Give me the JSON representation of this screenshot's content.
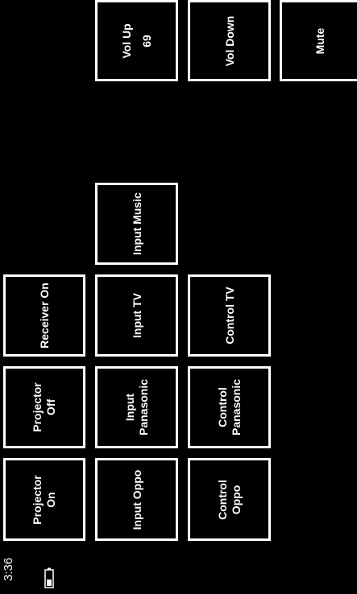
{
  "status": {
    "time": "3:36",
    "battery_icon": "battery-icon"
  },
  "tiles": {
    "vol_up": {
      "label": "Vol Up",
      "value": "69"
    },
    "vol_down": {
      "label": "Vol Down"
    },
    "mute": {
      "label": "Mute"
    },
    "input_music": {
      "label": "Input Music"
    },
    "receiver_on": {
      "label": "Receiver On"
    },
    "input_tv": {
      "label": "Input TV"
    },
    "control_tv": {
      "label": "Control TV"
    },
    "projector_off": {
      "label": "Projector\nOff"
    },
    "input_panasonic": {
      "label": "Input\nPanasonic"
    },
    "control_panasonic": {
      "label": "Control\nPanasonic"
    },
    "projector_on": {
      "label": "Projector\nOn"
    },
    "input_oppo": {
      "label": "Input Oppo"
    },
    "control_oppo": {
      "label": "Control\nOppo"
    }
  }
}
